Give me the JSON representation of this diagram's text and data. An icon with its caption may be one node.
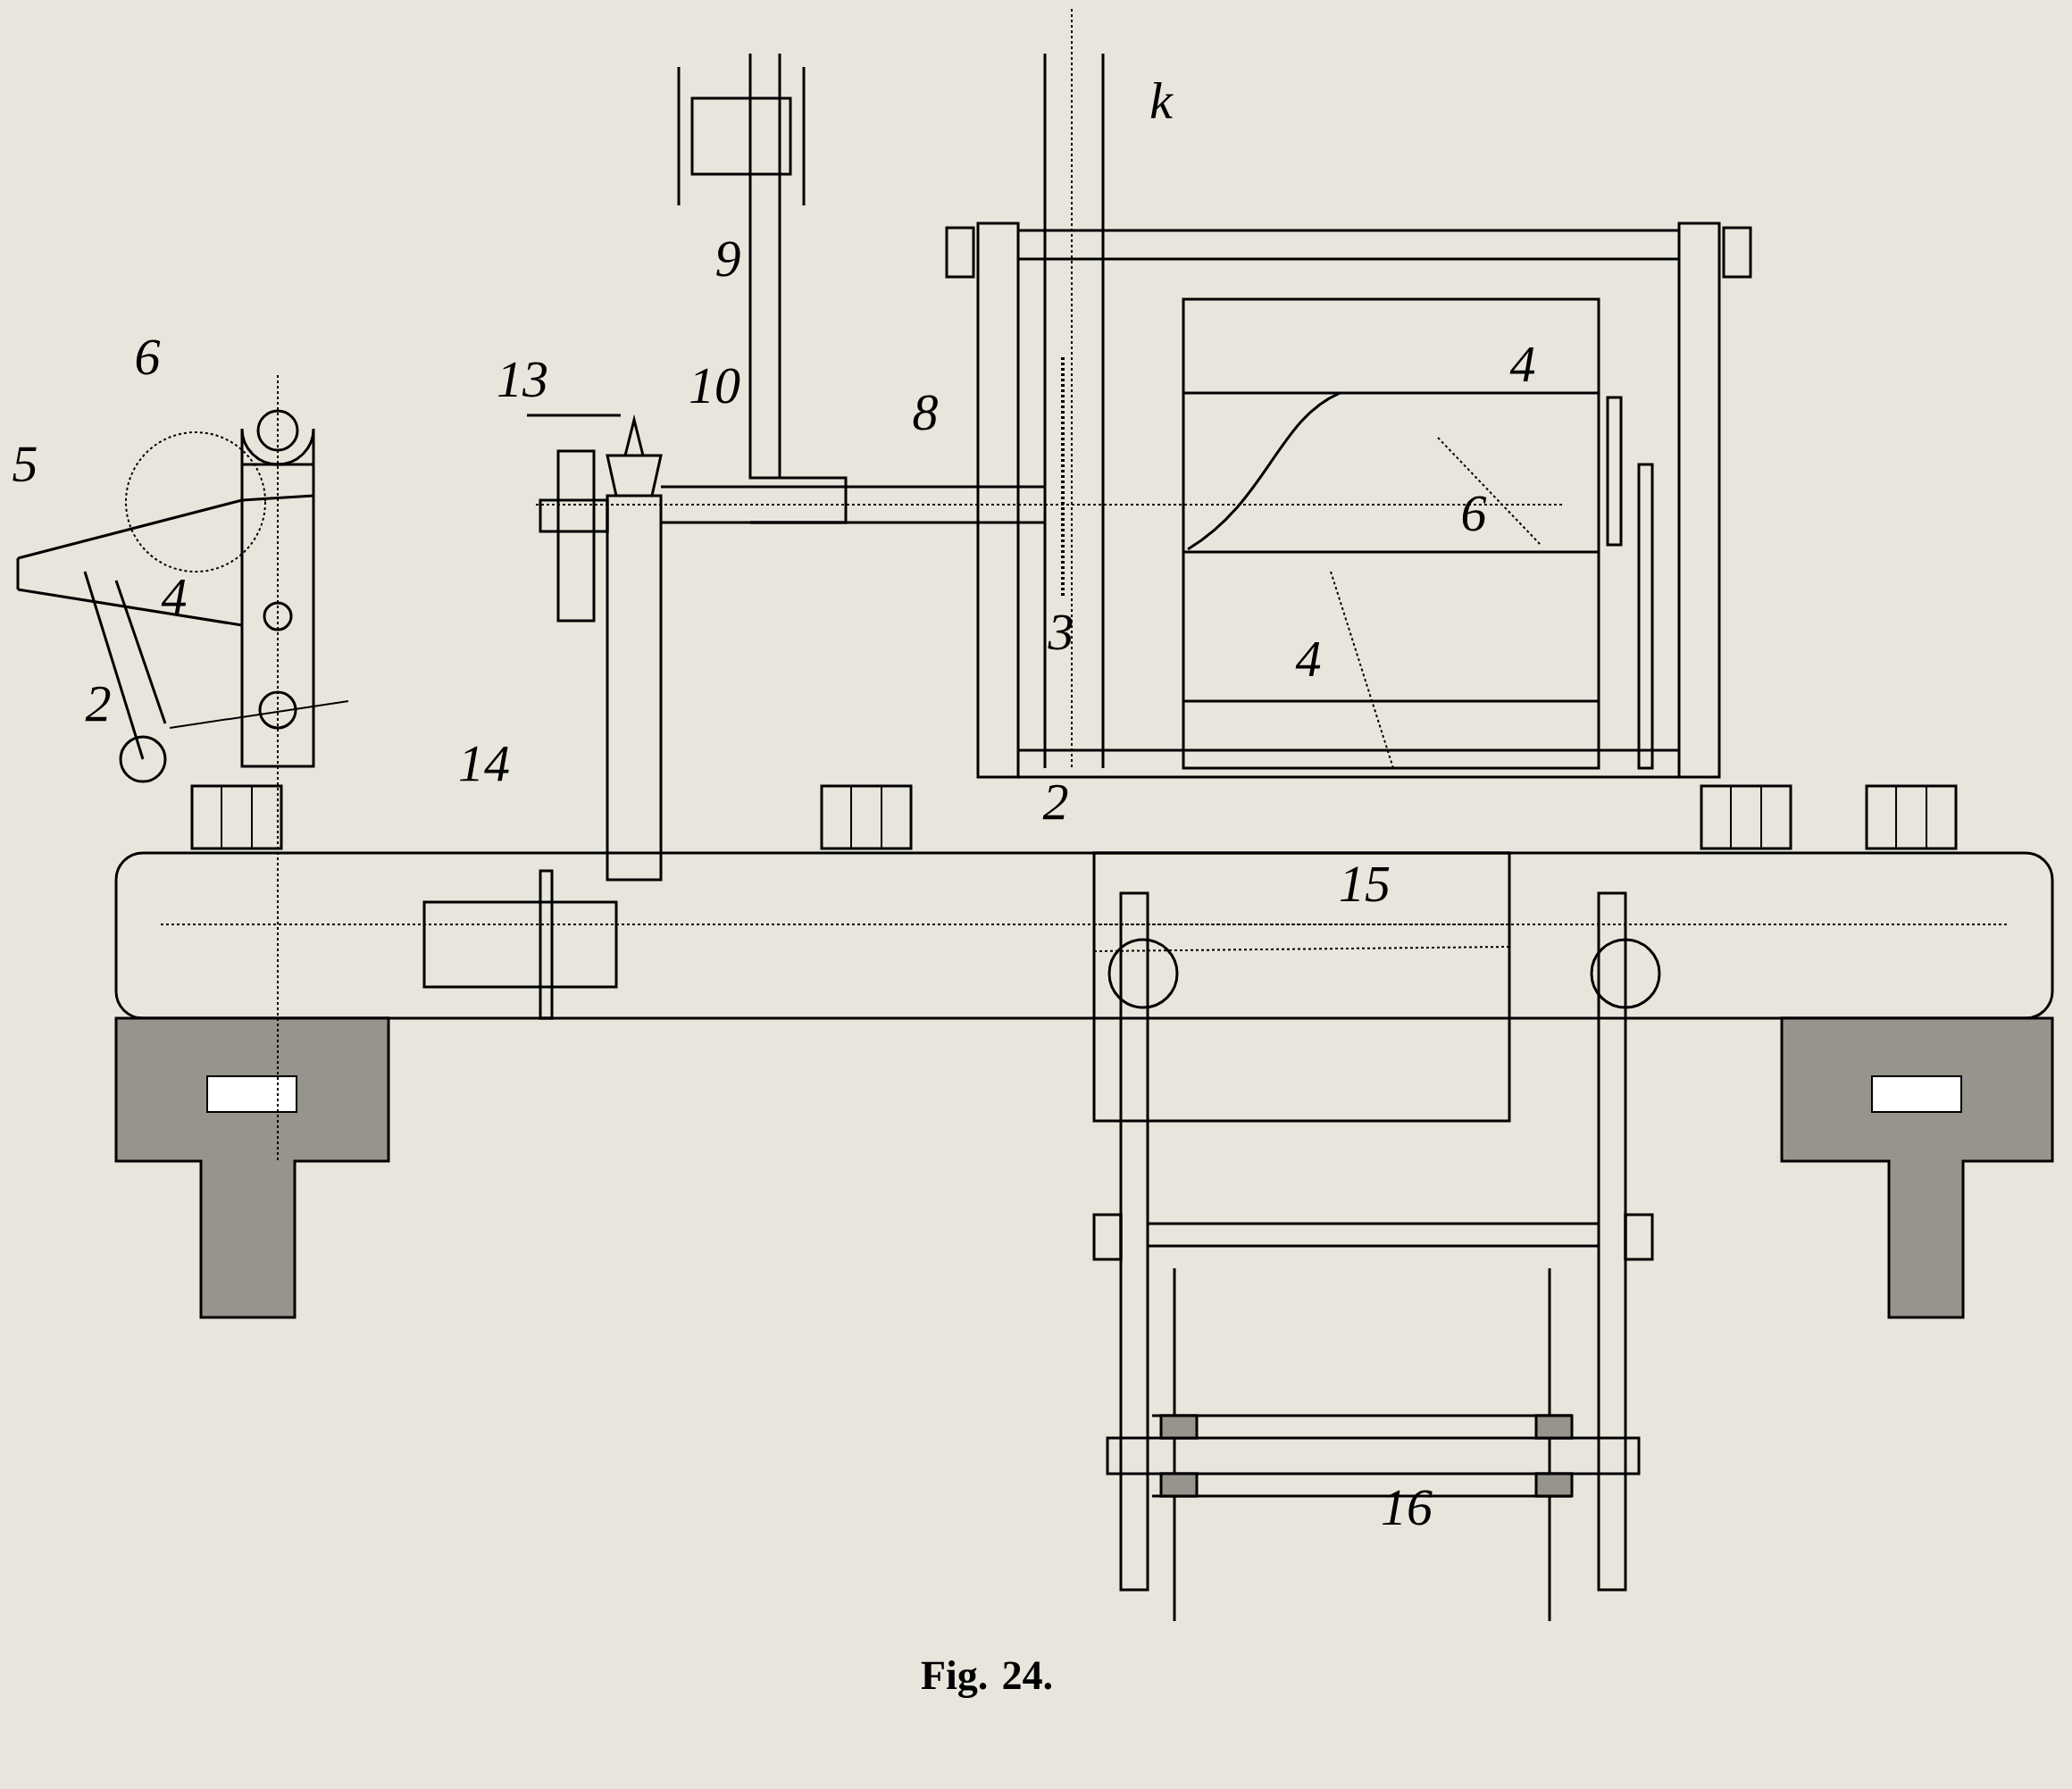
{
  "diagram": {
    "caption": "Fig. 24.",
    "labels": [
      "10",
      "k",
      "9",
      "6",
      "13",
      "8",
      "4",
      "5",
      "6",
      "4",
      "3",
      "4",
      "2",
      "2",
      "14",
      "15",
      "16"
    ]
  }
}
